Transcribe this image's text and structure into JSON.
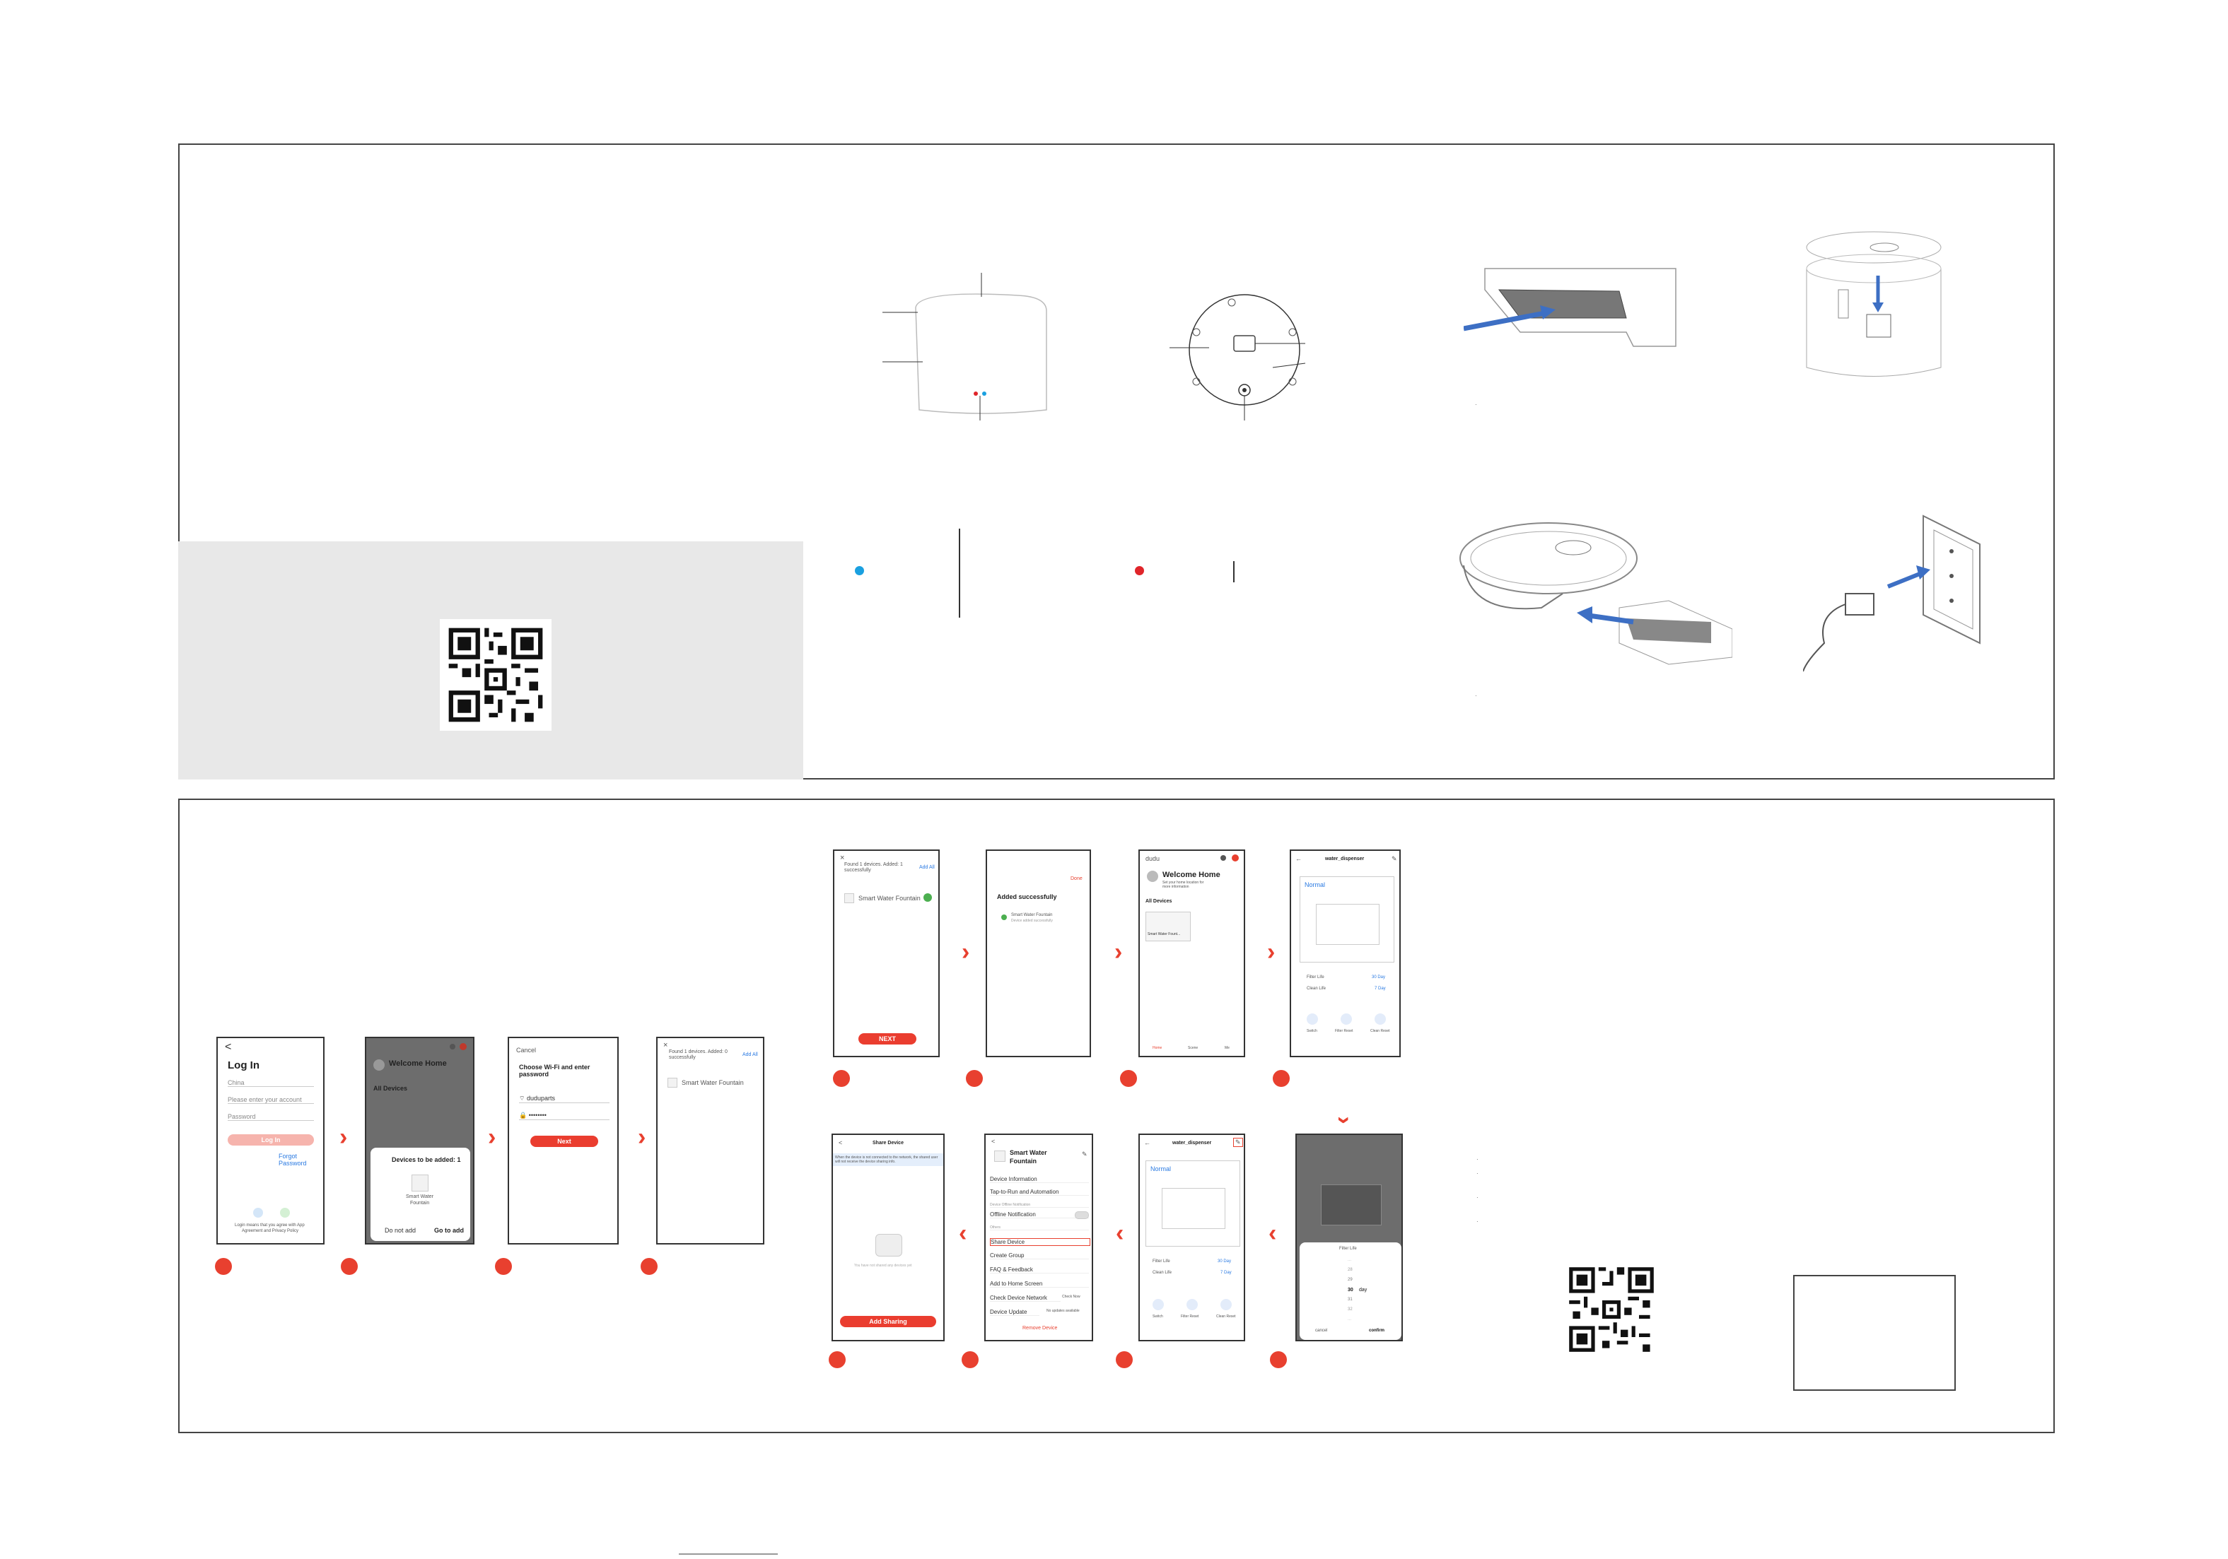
{
  "colors": {
    "accent_red": "#e8402f",
    "link_blue": "#2a7ae2",
    "led_blue": "#1aa0e0",
    "led_red": "#e0252a",
    "gray_panel": "#e8e8e8"
  },
  "login": {
    "back": "<",
    "title": "Log In",
    "region": "China",
    "account_placeholder": "Please enter your account",
    "password_placeholder": "Password",
    "login_button": "Log In",
    "forgot": "Forgot Password",
    "agree_line1": "Login means that you agree with App",
    "agree_line2": "Agreement and Privacy Policy"
  },
  "home_dialog": {
    "welcome": "Welcome Home",
    "all_devices": "All Devices",
    "dialog_title": "Devices to be added: 1",
    "device_name_line1": "Smart Water",
    "device_name_line2": "Fountain",
    "do_not_add": "Do not add",
    "go_to_add": "Go to add"
  },
  "wifi": {
    "cancel": "Cancel",
    "title": "Choose Wi-Fi and enter password",
    "ssid": "duduparts",
    "password_mask": "••••••••",
    "next": "Next"
  },
  "found_pending": {
    "close": "×",
    "found_line1": "Found 1 devices. Added: 0",
    "found_line2": "successfully",
    "add_all": "Add All",
    "device": "Smart Water Fountain"
  },
  "found_added": {
    "close": "×",
    "found_line1": "Found 1 devices. Added: 1",
    "found_line2": "successfully",
    "add_all": "Add All",
    "device": "Smart Water Fountain",
    "next": "NEXT"
  },
  "added_ok": {
    "done": "Done",
    "title": "Added successfully",
    "device": "Smart Water Fountain",
    "sub": "Device added successfully"
  },
  "home": {
    "app_name": "dudu",
    "welcome": "Welcome Home",
    "subtitle": "Set your home location for more information",
    "all_devices": "All Devices",
    "device_card": "Smart Water Fount...",
    "tab_home": "Home",
    "tab_scene": "Scene",
    "tab_me": "Me"
  },
  "dispenser": {
    "title": "water_dispenser",
    "status": "Normal",
    "filter_life": "Filter Life",
    "filter_days": "30 Day",
    "clean_life": "Clean Life",
    "clean_days": "7 Day",
    "btn_switch": "Switch",
    "btn_filter_reset": "Filter Reset",
    "btn_clean_reset": "Clean Reset"
  },
  "settings": {
    "device_name_line1": "Smart Water",
    "device_name_line2": "Fountain",
    "items": [
      "Device Information",
      "Tap-to-Run and Automation",
      "Device Offline Notification",
      "Offline Notification",
      "Others",
      "Share Device",
      "Create Group",
      "FAQ & Feedback",
      "Add to Home Screen",
      "Check Device Network",
      "Device Update"
    ],
    "check_now": "Check Now",
    "no_updates": "No updates available",
    "remove": "Remove Device"
  },
  "share": {
    "title": "Share Device",
    "info": "When the device is not connected to the network, the shared user will not receive the device sharing info.",
    "empty": "You have not shared any devices yet",
    "add_sharing": "Add Sharing"
  },
  "picker": {
    "title": "Filter Life",
    "values": [
      "...",
      "28",
      "29",
      "30",
      "31",
      "32",
      "..."
    ],
    "selected": "30",
    "unit": "day",
    "cancel": "cancel",
    "confirm": "confirm"
  }
}
